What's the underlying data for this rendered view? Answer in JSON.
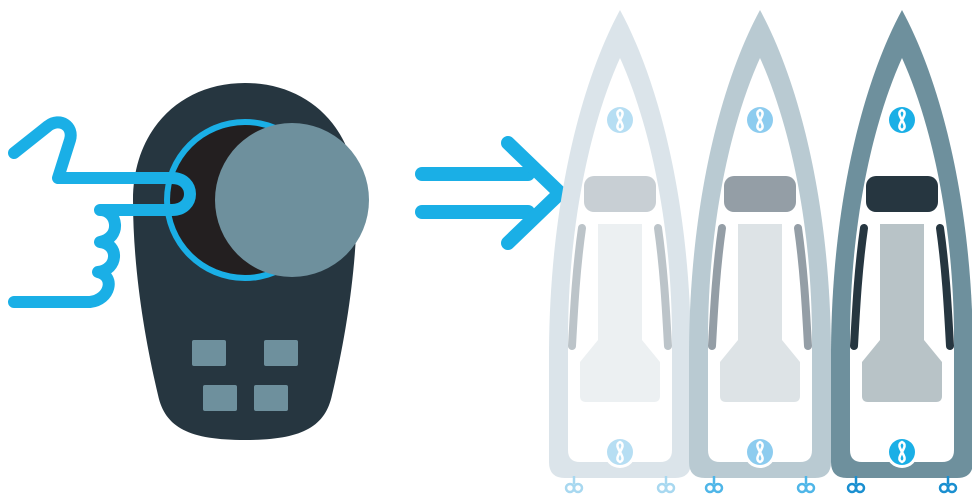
{
  "illustration": {
    "controller": {
      "icon": "joystick-controller-icon",
      "hand_icon": "pointing-hand-icon",
      "colors": {
        "body": "#263640",
        "ring": "#1aafe6",
        "well": "#231f20",
        "knob": "#6e909d",
        "buttons": "#6e909d"
      },
      "button_count": 4
    },
    "arrow": {
      "icon": "right-arrow-icon",
      "color": "#1aafe6"
    },
    "boats": [
      {
        "name": "boat-stage-light",
        "icon": "boat-top-view-icon",
        "hull": "#dbe4ea",
        "deck": "#ffffff",
        "seat": "#c8cfd4",
        "rail": "#bcc4c9",
        "floor": "#ecf0f2",
        "thruster": "#b6def3",
        "prop": "#a8d8f0"
      },
      {
        "name": "boat-stage-medium",
        "icon": "boat-top-view-icon",
        "hull": "#b9cad2",
        "deck": "#ffffff",
        "seat": "#949ea6",
        "rail": "#949ea6",
        "floor": "#dde3e6",
        "thruster": "#8dccef",
        "prop": "#4fb6e8"
      },
      {
        "name": "boat-stage-dark",
        "icon": "boat-top-view-icon",
        "hull": "#6e909d",
        "deck": "#ffffff",
        "seat": "#263640",
        "rail": "#263640",
        "floor": "#b8c3c7",
        "thruster": "#1aafe6",
        "prop": "#1a8fd0"
      }
    ]
  }
}
